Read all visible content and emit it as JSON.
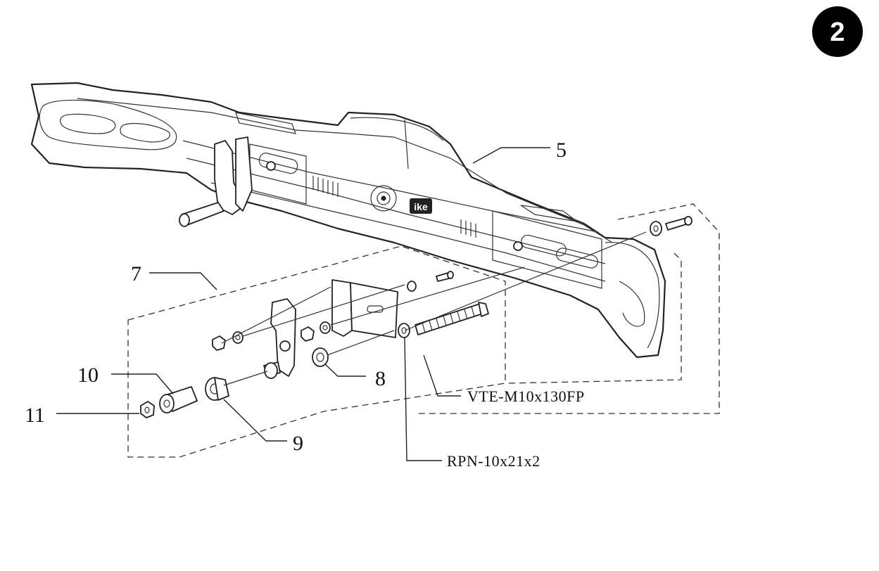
{
  "step_badge": "2",
  "callouts": {
    "part_5": "5",
    "part_7": "7",
    "part_8": "8",
    "part_9": "9",
    "part_10": "10",
    "part_11": "11",
    "bolt_code": "VTE-M10x130FP",
    "washer_code": "RPN-10x21x2"
  },
  "logo": {
    "text": "ike"
  },
  "colors": {
    "line": "#222222",
    "background": "#ffffff",
    "badge": "#000000"
  }
}
